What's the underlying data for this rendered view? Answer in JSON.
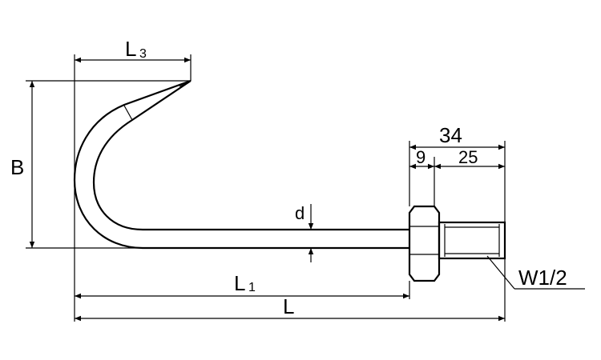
{
  "diagram": {
    "labels": {
      "l3_main": "L",
      "l3_sub": "3",
      "b": "B",
      "d": "d",
      "l1_main": "L",
      "l1_sub": "1",
      "l": "L",
      "dim_34": "34",
      "dim_9": "9",
      "dim_25": "25",
      "thread": "W1/2"
    }
  }
}
